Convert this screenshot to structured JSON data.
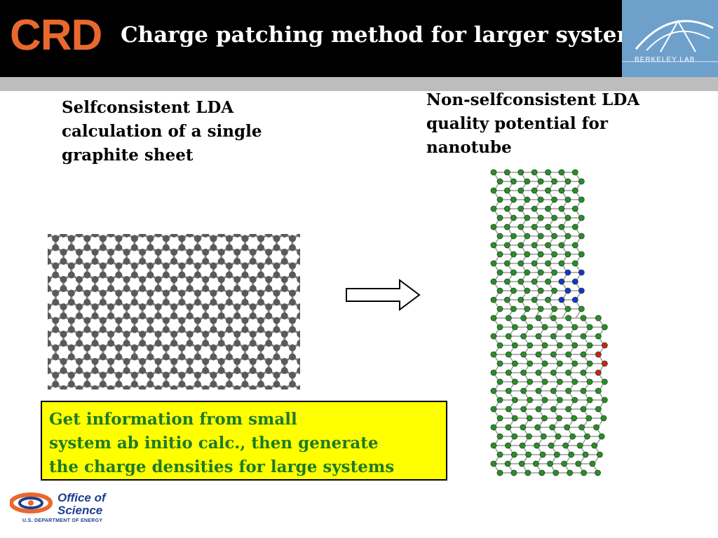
{
  "header": {
    "logo_text": "CRD",
    "title": "Charge patching method for larger systems(Wang)",
    "lab_logo_text": "BERKELEY LAB"
  },
  "left_caption": [
    "Selfconsistent LDA",
    "calculation of a single",
    "graphite sheet"
  ],
  "right_caption": [
    "Non-selfconsistent LDA",
    "quality potential for",
    "nanotube"
  ],
  "info_box": {
    "lines": [
      "Get information from small",
      "system ab initio calc., then generate",
      "the charge densities for large systems"
    ]
  },
  "footer_logo": {
    "line1": "Office of",
    "line2": "Science",
    "line3": "U.S. DEPARTMENT OF ENERGY"
  },
  "colors": {
    "logo_orange": "#e8682d",
    "header_bg": "#000000",
    "band_gray": "#bdbdbd",
    "box_yellow": "#ffff00",
    "box_text_green": "#1f7a27",
    "atom_green": "#2f8a2f",
    "atom_blue": "#1c2fd8",
    "atom_red": "#d81c1c",
    "graphite_gray": "#5a5a5a"
  },
  "icons": {
    "arrow": "right-arrow-outline",
    "graphite": "graphite-sheet-lattice",
    "nanotube": "carbon-nanotube-model"
  }
}
